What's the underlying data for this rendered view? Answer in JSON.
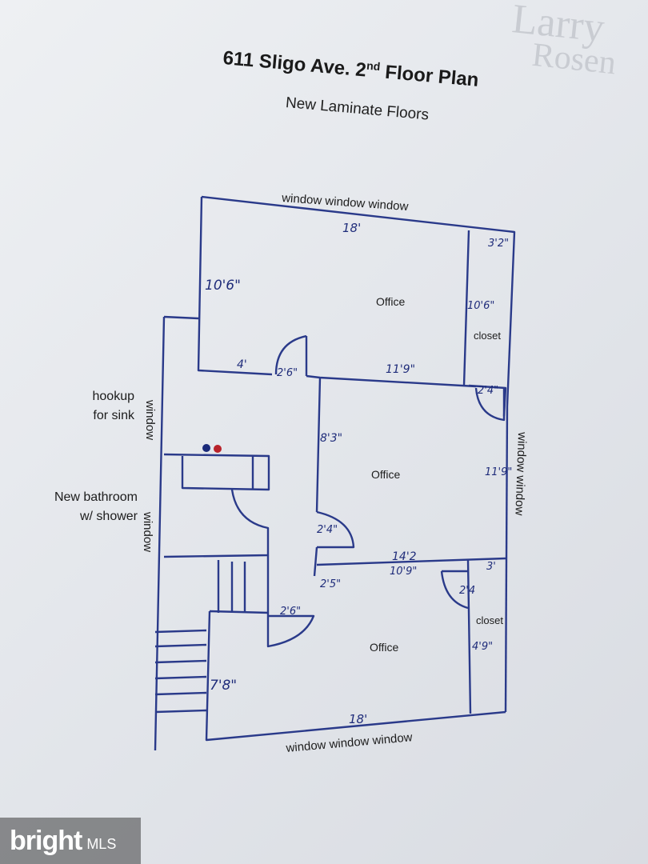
{
  "title": {
    "prefix": "611 Sligo Ave. 2",
    "sup": "nd",
    "suffix": " Floor Plan"
  },
  "subtitle": "New Laminate Floors",
  "watermark": {
    "name1": "Larry",
    "name2": "Rosen"
  },
  "labels": {
    "window_top": "window window window",
    "window_bottom": "window window window",
    "window_right": "window window",
    "window_left_upper": "window",
    "window_left_lower": "window",
    "office_top": "Office",
    "office_mid": "Office",
    "office_bottom": "Office",
    "closet_top": "closet",
    "closet_bottom": "closet",
    "hookup_line1": "hookup",
    "hookup_line2": "for sink",
    "bath_line1": "New bathroom",
    "bath_line2": "w/ shower"
  },
  "dimensions": {
    "top_width": "18'",
    "top_left_height": "10'6\"",
    "closet_width": "3'2\"",
    "closet_height": "10'6\"",
    "wall_4": "4'",
    "door_top": "2'6\"",
    "office_top_bottom": "11'9\"",
    "closet_door": "2'4\"",
    "mid_height": "8'3\"",
    "right_height": "11'9\"",
    "mid_door": "2'4\"",
    "mid_width_a": "14'2",
    "mid_width_b": "10'9\"",
    "closet2_width": "3'",
    "closet2_door": "2'4",
    "hall_a": "2'5\"",
    "hall_door": "2'6\"",
    "closet2_height": "4'9\"",
    "bottom_left": "7'8\"",
    "bottom_width": "18'"
  },
  "logo": {
    "brand": "bright",
    "mls": "MLS"
  }
}
